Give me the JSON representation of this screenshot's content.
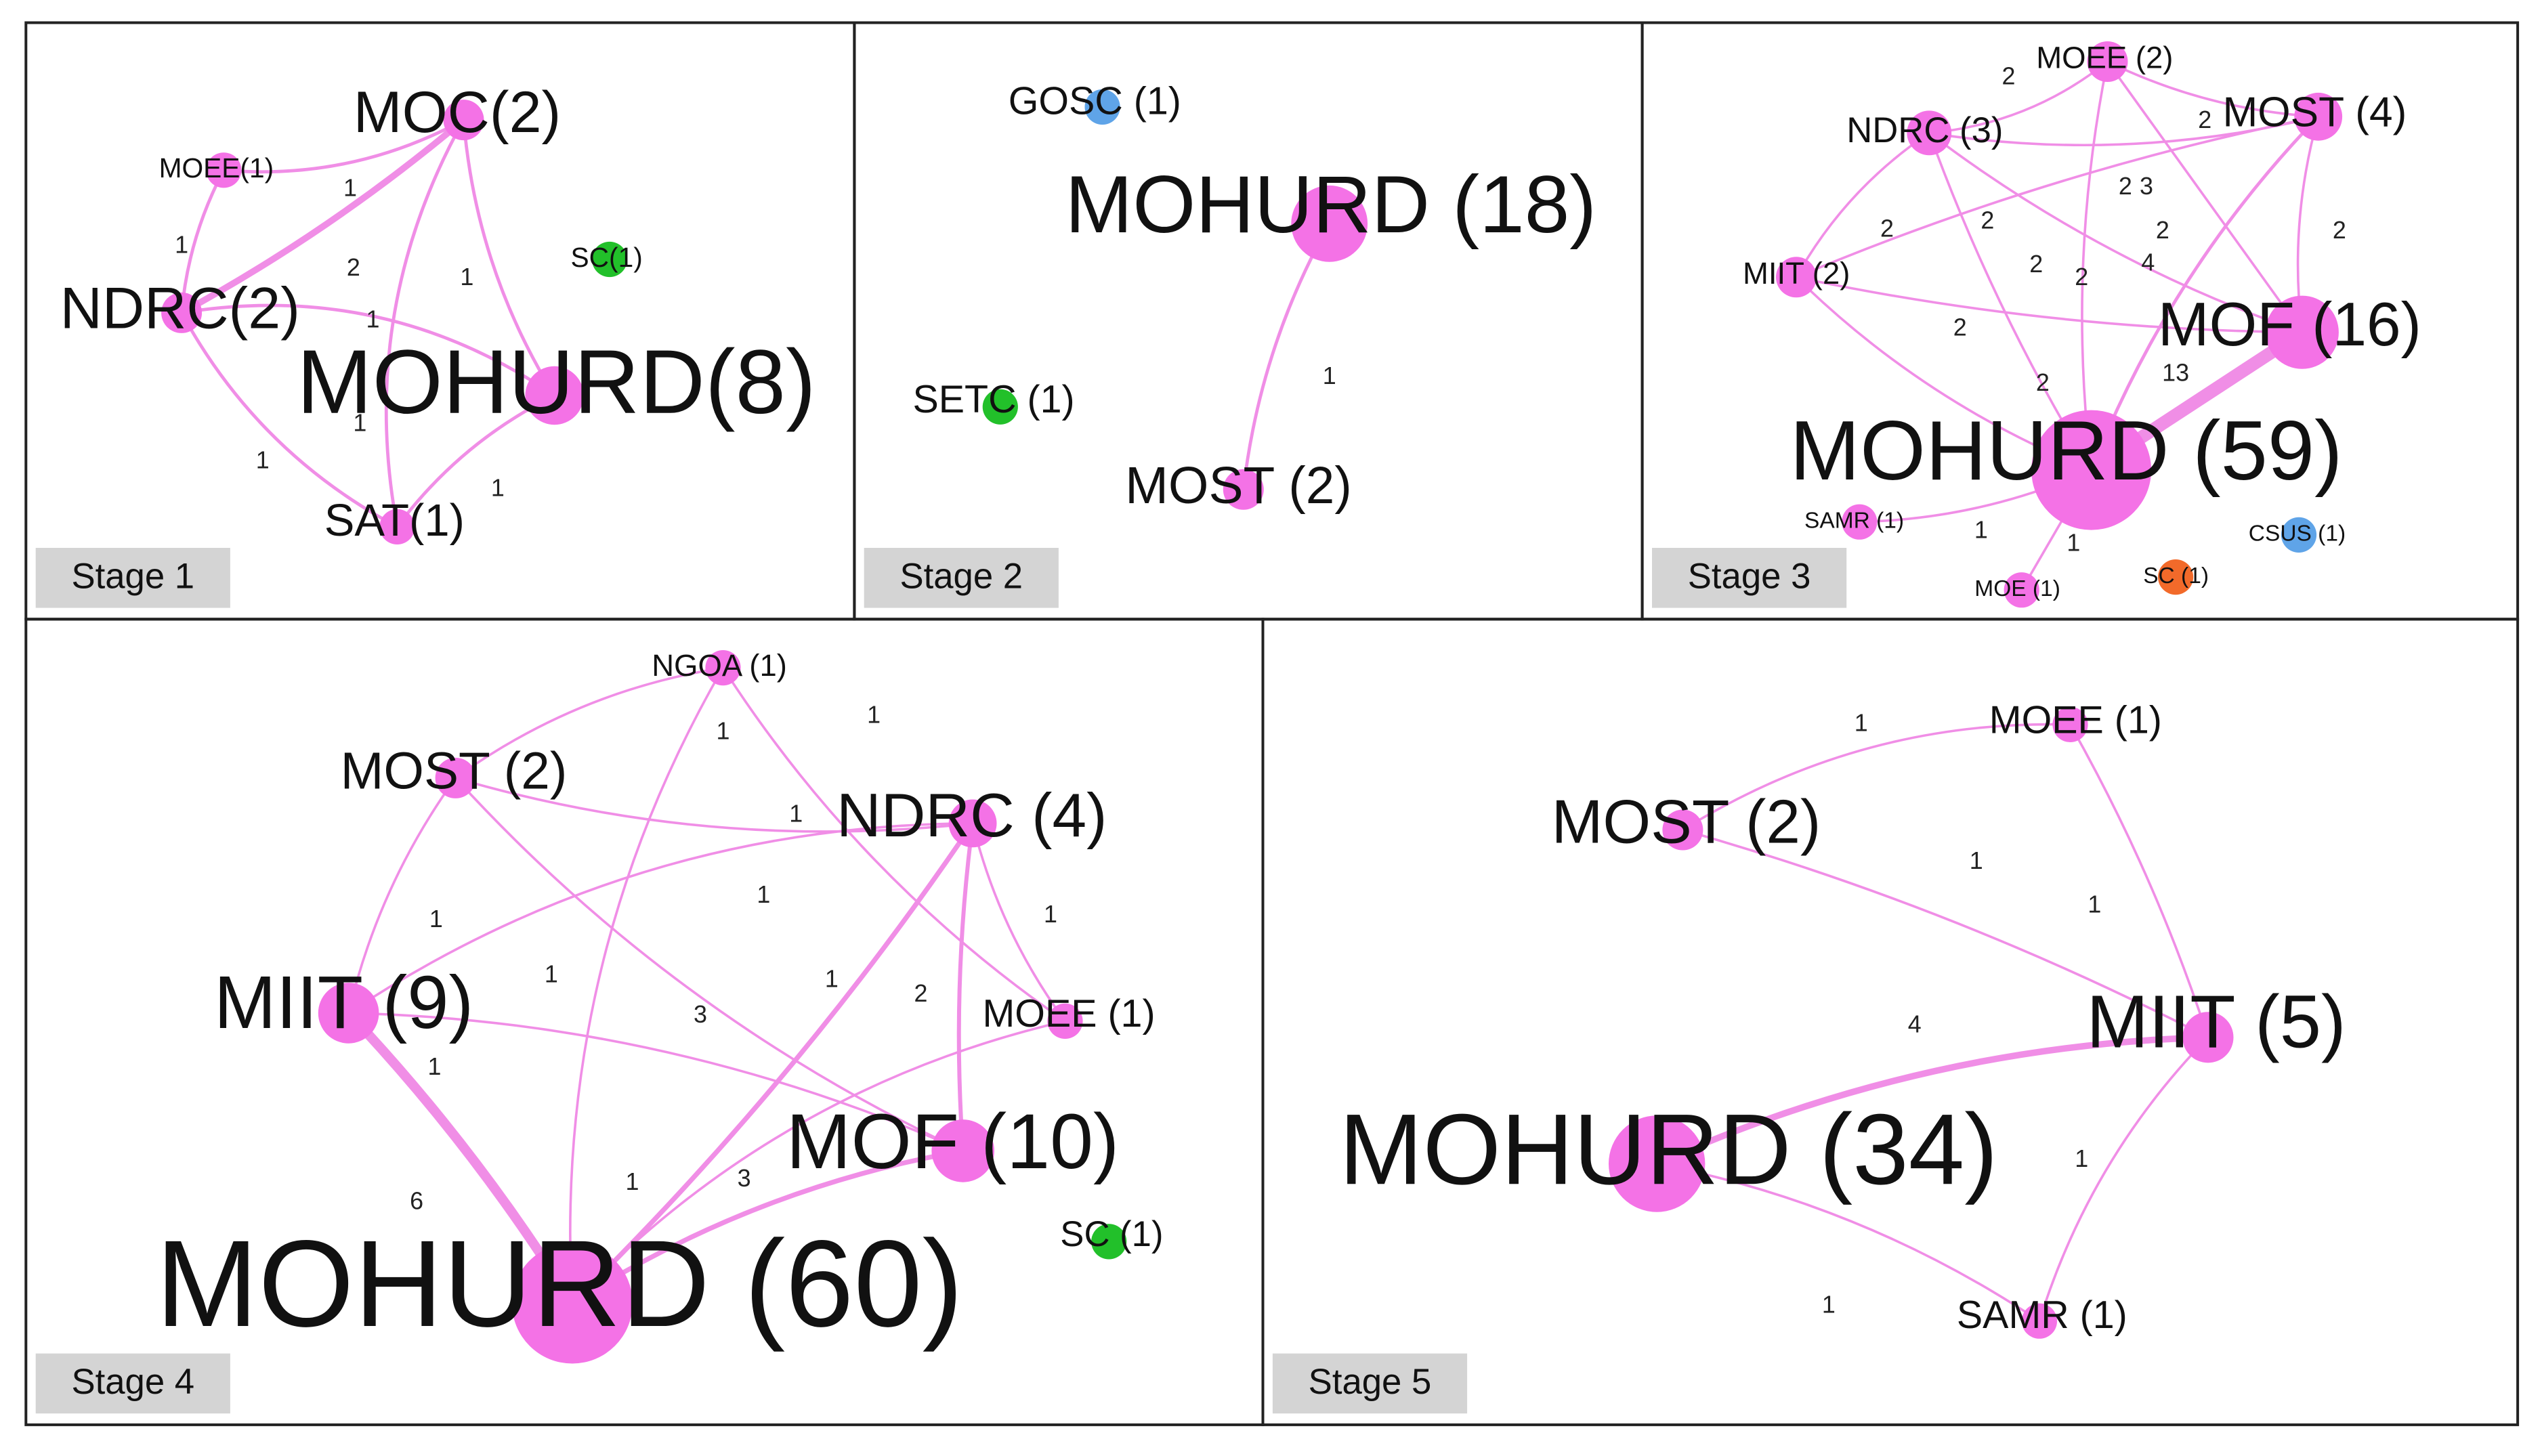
{
  "colors": {
    "pink": "#f472e6",
    "pink_node": "#f27be6",
    "edge": "#f08ee6",
    "green": "#22c02a",
    "blue": "#5fa4e8",
    "orange": "#f26a2a",
    "stage_label_bg": "#d4d4d4",
    "border": "#222222"
  },
  "stages": [
    {
      "label": "Stage 1",
      "nodes": [
        {
          "id": "MOC",
          "label": "MOC(2)",
          "value": 2,
          "color": "pink"
        },
        {
          "id": "MOEE",
          "label": "MOEE(1)",
          "value": 1,
          "color": "pink"
        },
        {
          "id": "SC",
          "label": "SC(1)",
          "value": 1,
          "color": "green"
        },
        {
          "id": "NDRC",
          "label": "NDRC(2)",
          "value": 2,
          "color": "pink"
        },
        {
          "id": "MOHURD",
          "label": "MOHURD(8)",
          "value": 8,
          "color": "pink"
        },
        {
          "id": "SAT",
          "label": "SAT(1)",
          "value": 1,
          "color": "pink"
        }
      ],
      "edges": [
        {
          "from": "MOEE",
          "to": "MOC",
          "weight": "1"
        },
        {
          "from": "MOEE",
          "to": "NDRC",
          "weight": "1"
        },
        {
          "from": "NDRC",
          "to": "MOC",
          "weight": "2"
        },
        {
          "from": "MOC",
          "to": "MOHURD",
          "weight": "1"
        },
        {
          "from": "MOC",
          "to": "SAT",
          "weight": "1"
        },
        {
          "from": "NDRC",
          "to": "MOHURD",
          "weight": "1"
        },
        {
          "from": "NDRC",
          "to": "SAT",
          "weight": "1"
        },
        {
          "from": "MOHURD",
          "to": "SAT",
          "weight": "1"
        }
      ]
    },
    {
      "label": "Stage 2",
      "nodes": [
        {
          "id": "GOSC",
          "label": "GOSC (1)",
          "value": 1,
          "color": "blue"
        },
        {
          "id": "MOHURD",
          "label": "MOHURD (18)",
          "value": 18,
          "color": "pink"
        },
        {
          "id": "SETC",
          "label": "SETC (1)",
          "value": 1,
          "color": "green"
        },
        {
          "id": "MOST",
          "label": "MOST (2)",
          "value": 2,
          "color": "pink"
        }
      ],
      "edges": [
        {
          "from": "MOHURD",
          "to": "MOST",
          "weight": "1"
        }
      ]
    },
    {
      "label": "Stage 3",
      "nodes": [
        {
          "id": "MOEE",
          "label": "MOEE (2)",
          "value": 2,
          "color": "pink"
        },
        {
          "id": "NDRC",
          "label": "NDRC (3)",
          "value": 3,
          "color": "pink"
        },
        {
          "id": "MOST",
          "label": "MOST (4)",
          "value": 4,
          "color": "pink"
        },
        {
          "id": "MIIT",
          "label": "MIIT (2)",
          "value": 2,
          "color": "pink"
        },
        {
          "id": "MOF",
          "label": "MOF (16)",
          "value": 16,
          "color": "pink"
        },
        {
          "id": "MOHURD",
          "label": "MOHURD (59)",
          "value": 59,
          "color": "pink"
        },
        {
          "id": "SAMR",
          "label": "SAMR (1)",
          "value": 1,
          "color": "pink"
        },
        {
          "id": "CSUS",
          "label": "CSUS (1)",
          "value": 1,
          "color": "blue"
        },
        {
          "id": "SC",
          "label": "SC (1)",
          "value": 1,
          "color": "orange"
        },
        {
          "id": "MOE",
          "label": "MOE (1)",
          "value": 1,
          "color": "pink"
        }
      ],
      "edges": [
        {
          "from": "NDRC",
          "to": "MOEE",
          "weight": "2"
        },
        {
          "from": "MOEE",
          "to": "MOST",
          "weight": "2"
        },
        {
          "from": "NDRC",
          "to": "MOST",
          "weight": "2"
        },
        {
          "from": "MOEE",
          "to": "MOF",
          "weight": "3"
        },
        {
          "from": "MOEE",
          "to": "MOHURD",
          "weight": "2"
        },
        {
          "from": "NDRC",
          "to": "MIIT",
          "weight": "2"
        },
        {
          "from": "NDRC",
          "to": "MOF",
          "weight": "2"
        },
        {
          "from": "NDRC",
          "to": "MOHURD",
          "weight": "2"
        },
        {
          "from": "MOST",
          "to": "MOF",
          "weight": "2"
        },
        {
          "from": "MOST",
          "to": "MOHURD",
          "weight": "4"
        },
        {
          "from": "MOST",
          "to": "MIIT",
          "weight": "2"
        },
        {
          "from": "MIIT",
          "to": "MOF",
          "weight": "2"
        },
        {
          "from": "MIIT",
          "to": "MOHURD",
          "weight": "2"
        },
        {
          "from": "MOF",
          "to": "MOHURD",
          "weight": "13"
        },
        {
          "from": "SAMR",
          "to": "MOHURD",
          "weight": "1"
        },
        {
          "from": "MOE",
          "to": "MOHURD",
          "weight": "1"
        }
      ]
    },
    {
      "label": "Stage 4",
      "nodes": [
        {
          "id": "NGOA",
          "label": "NGOA (1)",
          "value": 1,
          "color": "pink"
        },
        {
          "id": "MOST",
          "label": "MOST (2)",
          "value": 2,
          "color": "pink"
        },
        {
          "id": "NDRC",
          "label": "NDRC (4)",
          "value": 4,
          "color": "pink"
        },
        {
          "id": "MIIT",
          "label": "MIIT (9)",
          "value": 9,
          "color": "pink"
        },
        {
          "id": "MOEE",
          "label": "MOEE (1)",
          "value": 1,
          "color": "pink"
        },
        {
          "id": "MOF",
          "label": "MOF (10)",
          "value": 10,
          "color": "pink"
        },
        {
          "id": "SC",
          "label": "SC (1)",
          "value": 1,
          "color": "green"
        },
        {
          "id": "MOHURD",
          "label": "MOHURD (60)",
          "value": 60,
          "color": "pink"
        }
      ],
      "edges": [
        {
          "from": "NGOA",
          "to": "MOST",
          "weight": "1"
        },
        {
          "from": "NGOA",
          "to": "MOEE",
          "weight": "1"
        },
        {
          "from": "NGOA",
          "to": "MOHURD",
          "weight": "1"
        },
        {
          "from": "MOST",
          "to": "NDRC",
          "weight": "1"
        },
        {
          "from": "MOST",
          "to": "MIIT",
          "weight": "1"
        },
        {
          "from": "MOST",
          "to": "MOF",
          "weight": "1"
        },
        {
          "from": "NDRC",
          "to": "MOEE",
          "weight": "1"
        },
        {
          "from": "NDRC",
          "to": "MOF",
          "weight": "2"
        },
        {
          "from": "NDRC",
          "to": "MOHURD",
          "weight": "3"
        },
        {
          "from": "NDRC",
          "to": "MIIT",
          "weight": "1"
        },
        {
          "from": "MIIT",
          "to": "MOHURD",
          "weight": "6"
        },
        {
          "from": "MIIT",
          "to": "MOF",
          "weight": "1"
        },
        {
          "from": "MOEE",
          "to": "MOHURD",
          "weight": "1"
        },
        {
          "from": "MOF",
          "to": "MOHURD",
          "weight": "3"
        }
      ]
    },
    {
      "label": "Stage 5",
      "nodes": [
        {
          "id": "MOEE",
          "label": "MOEE (1)",
          "value": 1,
          "color": "pink"
        },
        {
          "id": "MOST",
          "label": "MOST (2)",
          "value": 2,
          "color": "pink"
        },
        {
          "id": "MIIT",
          "label": "MIIT (5)",
          "value": 5,
          "color": "pink"
        },
        {
          "id": "MOHURD",
          "label": "MOHURD (34)",
          "value": 34,
          "color": "pink"
        },
        {
          "id": "SAMR",
          "label": "SAMR (1)",
          "value": 1,
          "color": "pink"
        }
      ],
      "edges": [
        {
          "from": "MOST",
          "to": "MOEE",
          "weight": "1"
        },
        {
          "from": "MOST",
          "to": "MIIT",
          "weight": "1"
        },
        {
          "from": "MOEE",
          "to": "MIIT",
          "weight": "1"
        },
        {
          "from": "MOHURD",
          "to": "MIIT",
          "weight": "4"
        },
        {
          "from": "MIIT",
          "to": "SAMR",
          "weight": "1"
        },
        {
          "from": "MOHURD",
          "to": "SAMR",
          "weight": "1"
        }
      ]
    }
  ]
}
